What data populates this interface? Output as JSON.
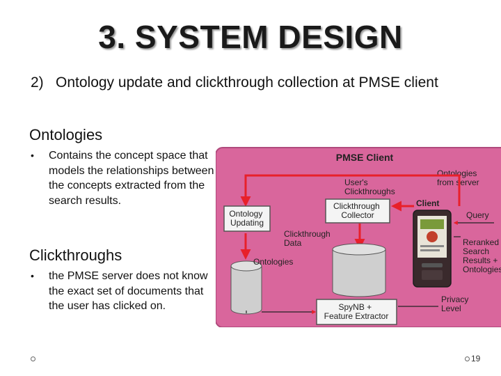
{
  "slide": {
    "title": "3. SYSTEM DESIGN",
    "point": {
      "number": "2)",
      "text": "Ontology update and clickthrough collection at PMSE client"
    },
    "sections": [
      {
        "heading": "Ontologies",
        "bullet": "Contains the concept space that models the relationships between the concepts extracted from the search results."
      },
      {
        "heading": "Clickthroughs",
        "bullet": "the PMSE server does not know the exact set of documents that the user has clicked on."
      }
    ],
    "bullet_symbol": "•",
    "slide_number": "19"
  },
  "diagram": {
    "title": "PMSE Client",
    "client": "Client",
    "ontology_updating": [
      "Ontology",
      "Updating"
    ],
    "clickthrough_collector": [
      "Clickthrough",
      "Collector"
    ],
    "users_clickthroughs": [
      "User's",
      "Clickthroughs"
    ],
    "ontologies_from_server": [
      "Ontologies",
      "from server"
    ],
    "clickthrough_data": [
      "Clickthrough",
      "Data"
    ],
    "ontologies_db": "Ontologies",
    "query": "Query",
    "reranked_results": [
      "Reranked",
      "Search",
      "Results +",
      "Ontologies"
    ],
    "privacy_level": [
      "Privacy",
      "Level"
    ],
    "spynb": [
      "SpyNB +",
      "Feature Extractor"
    ],
    "colors": {
      "panel": "#d9669c",
      "panel_border": "#b04a7c",
      "arrow": "#e8202a",
      "box": "#f4f4f4",
      "cylinder": "#cfcfcf"
    }
  }
}
